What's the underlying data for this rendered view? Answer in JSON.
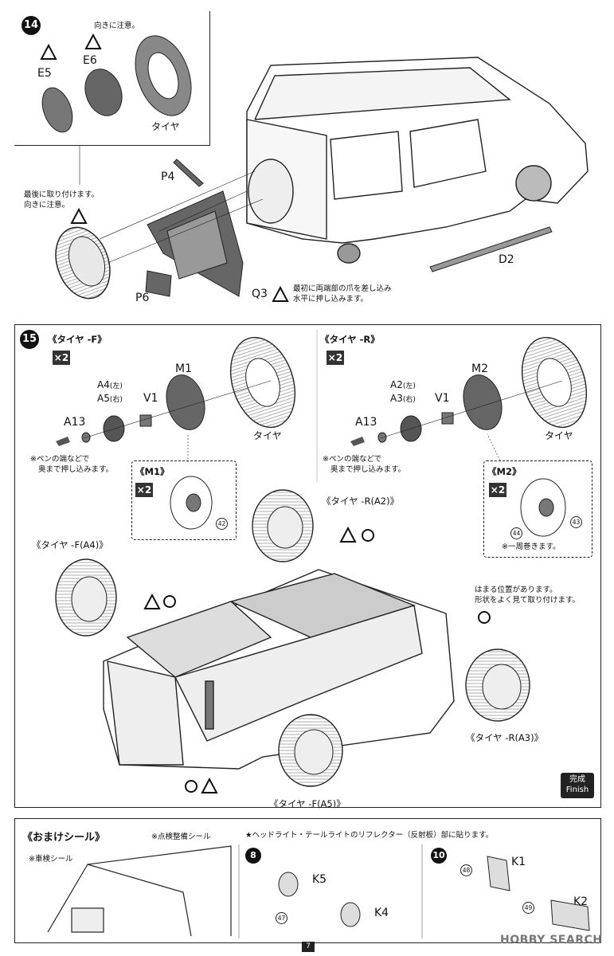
{
  "step14": {
    "number": "14",
    "inset_note": "向きに注意。",
    "e5": "E5",
    "e6": "E6",
    "tire": "タイヤ",
    "p4": "P4",
    "last_note_1": "最後に取り付けます。",
    "last_note_2": "向きに注意。",
    "p6": "P6",
    "q3": "Q3",
    "q3_note_1": "最初に両端部の爪を差し込み",
    "q3_note_2": "水平に押し込みます。",
    "d2": "D2"
  },
  "step15": {
    "number": "15",
    "front": {
      "title": "《タイヤ -F》",
      "count": "×2",
      "a4": "A4",
      "a4_side": "(左)",
      "a5": "A5",
      "a5_side": "(右)",
      "a13": "A13",
      "v1": "V1",
      "m1": "M1",
      "tire": "タイヤ",
      "pen_note_1": "※ペンの端などで",
      "pen_note_2": "奥まで押し込みます。",
      "inset_title": "《M1》",
      "inset_count": "×2",
      "inset_sticker": "42"
    },
    "rear": {
      "title": "《タイヤ -R》",
      "count": "×2",
      "a2": "A2",
      "a2_side": "(左)",
      "a3": "A3",
      "a3_side": "(右)",
      "a13": "A13",
      "v1": "V1",
      "m2": "M2",
      "tire": "タイヤ",
      "pen_note_1": "※ペンの端などで",
      "pen_note_2": "奥まで押し込みます。",
      "inset_title": "《M2》",
      "inset_count": "×2",
      "sticker_a": "44",
      "sticker_b": "43",
      "wrap_note": "※一周巻きます。"
    },
    "callouts": {
      "rear_a2": "《タイヤ -R(A2)》",
      "front_a4": "《タイヤ -F(A4)》",
      "rear_a3": "《タイヤ -R(A3)》",
      "front_a5": "《タイヤ -F(A5)》",
      "fit_note_1": "はまる位置があります。",
      "fit_note_2": "形状をよく見て取り付けます。"
    },
    "finish_jp": "完成",
    "finish_en": "Finish"
  },
  "bonus": {
    "title": "《おまけシール》",
    "inspection_sticker": "※点検整備シール",
    "vehicle_sticker": "※車検シール",
    "reflector_note": "★ヘッドライト・テールライトのリフレクター（反射板）部に貼ります。",
    "step8": "8",
    "k5": "K5",
    "k4": "K4",
    "sticker_47": "47",
    "step10": "10",
    "k1": "K1",
    "k2": "K2",
    "sticker_48": "48",
    "sticker_49": "49"
  },
  "footer": {
    "page": "7",
    "watermark": "HOBBY SEARCH"
  },
  "colors": {
    "part_dark": "#555555",
    "part_mid": "#8a8a8a",
    "line": "#222222"
  }
}
